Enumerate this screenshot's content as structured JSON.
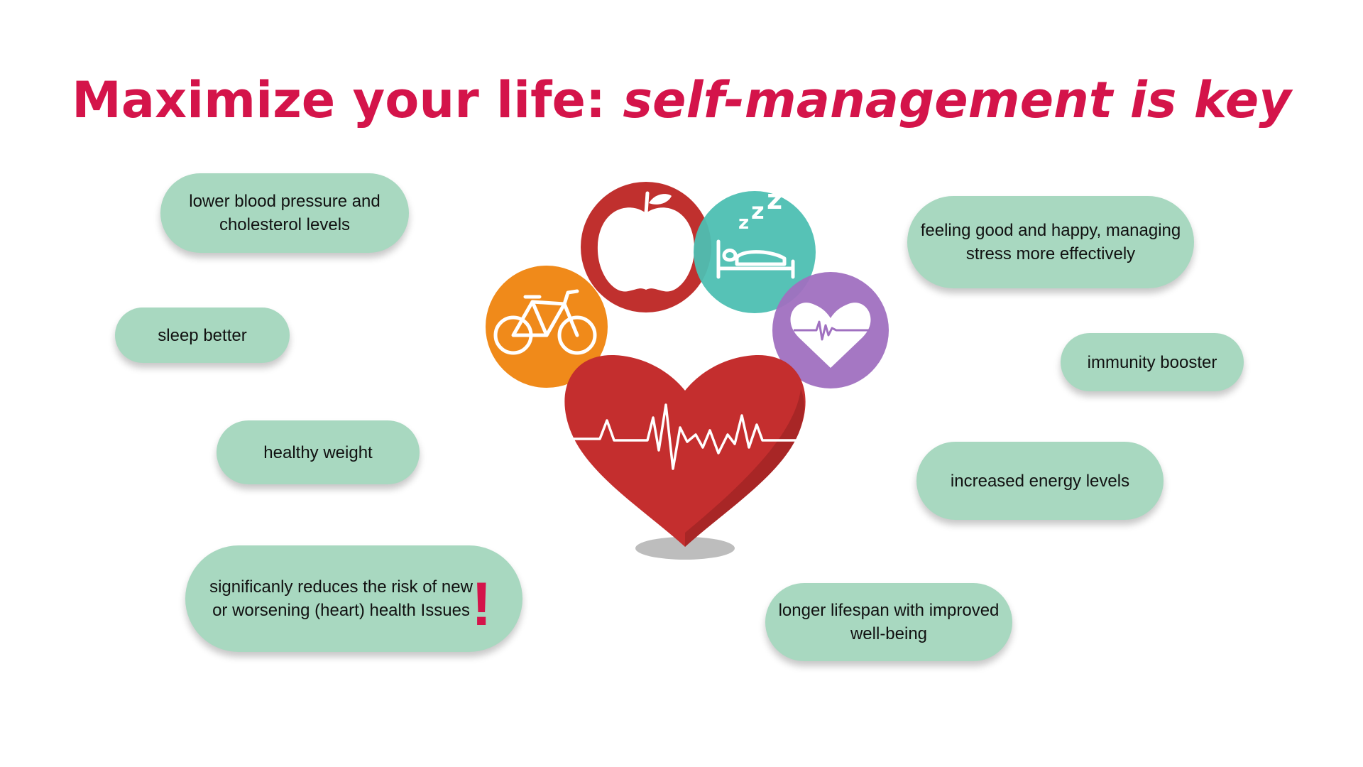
{
  "title": {
    "plain": "Maximize your life: ",
    "emphasis": "self-management is key"
  },
  "benefits_left": [
    "lower blood pressure and cholesterol levels",
    "sleep better",
    "healthy weight",
    "significanly reduces the risk of new or worsening (heart) health Issues"
  ],
  "benefits_right": [
    "feeling good and happy, managing stress more effectively",
    "immunity booster",
    "increased energy levels",
    "longer lifespan with improved well-being"
  ],
  "alert_mark": "!",
  "icons": [
    "bicycle-icon",
    "apple-icon",
    "sleep-in-bed-icon",
    "heart-pulse-icon",
    "heartbeat-heart-icon"
  ],
  "colors": {
    "title": "#d4144a",
    "pill": "#a8d8c0",
    "bike_circle": "#f08a1a",
    "apple_circle": "#c0302e",
    "sleep_circle": "#4dbfb2",
    "heart_circle": "#a070c0",
    "big_heart": "#c42e2e"
  }
}
